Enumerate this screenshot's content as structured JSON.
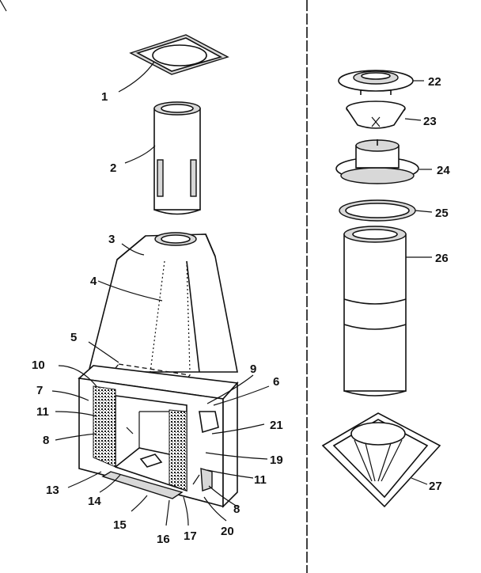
{
  "labels": {
    "p1": "1",
    "p2": "2",
    "p3": "3",
    "p4": "4",
    "p5": "5",
    "p6": "6",
    "p7": "7",
    "p8a": "8",
    "p8b": "8",
    "p9": "9",
    "p10": "10",
    "p11a": "11",
    "p11b": "11",
    "p13": "13",
    "p14": "14",
    "p15": "15",
    "p16": "16",
    "p17": "17",
    "p19": "19",
    "p20": "20",
    "p21": "21",
    "p22": "22",
    "p23": "23",
    "p24": "24",
    "p25": "25",
    "p26": "26",
    "p27": "27"
  }
}
